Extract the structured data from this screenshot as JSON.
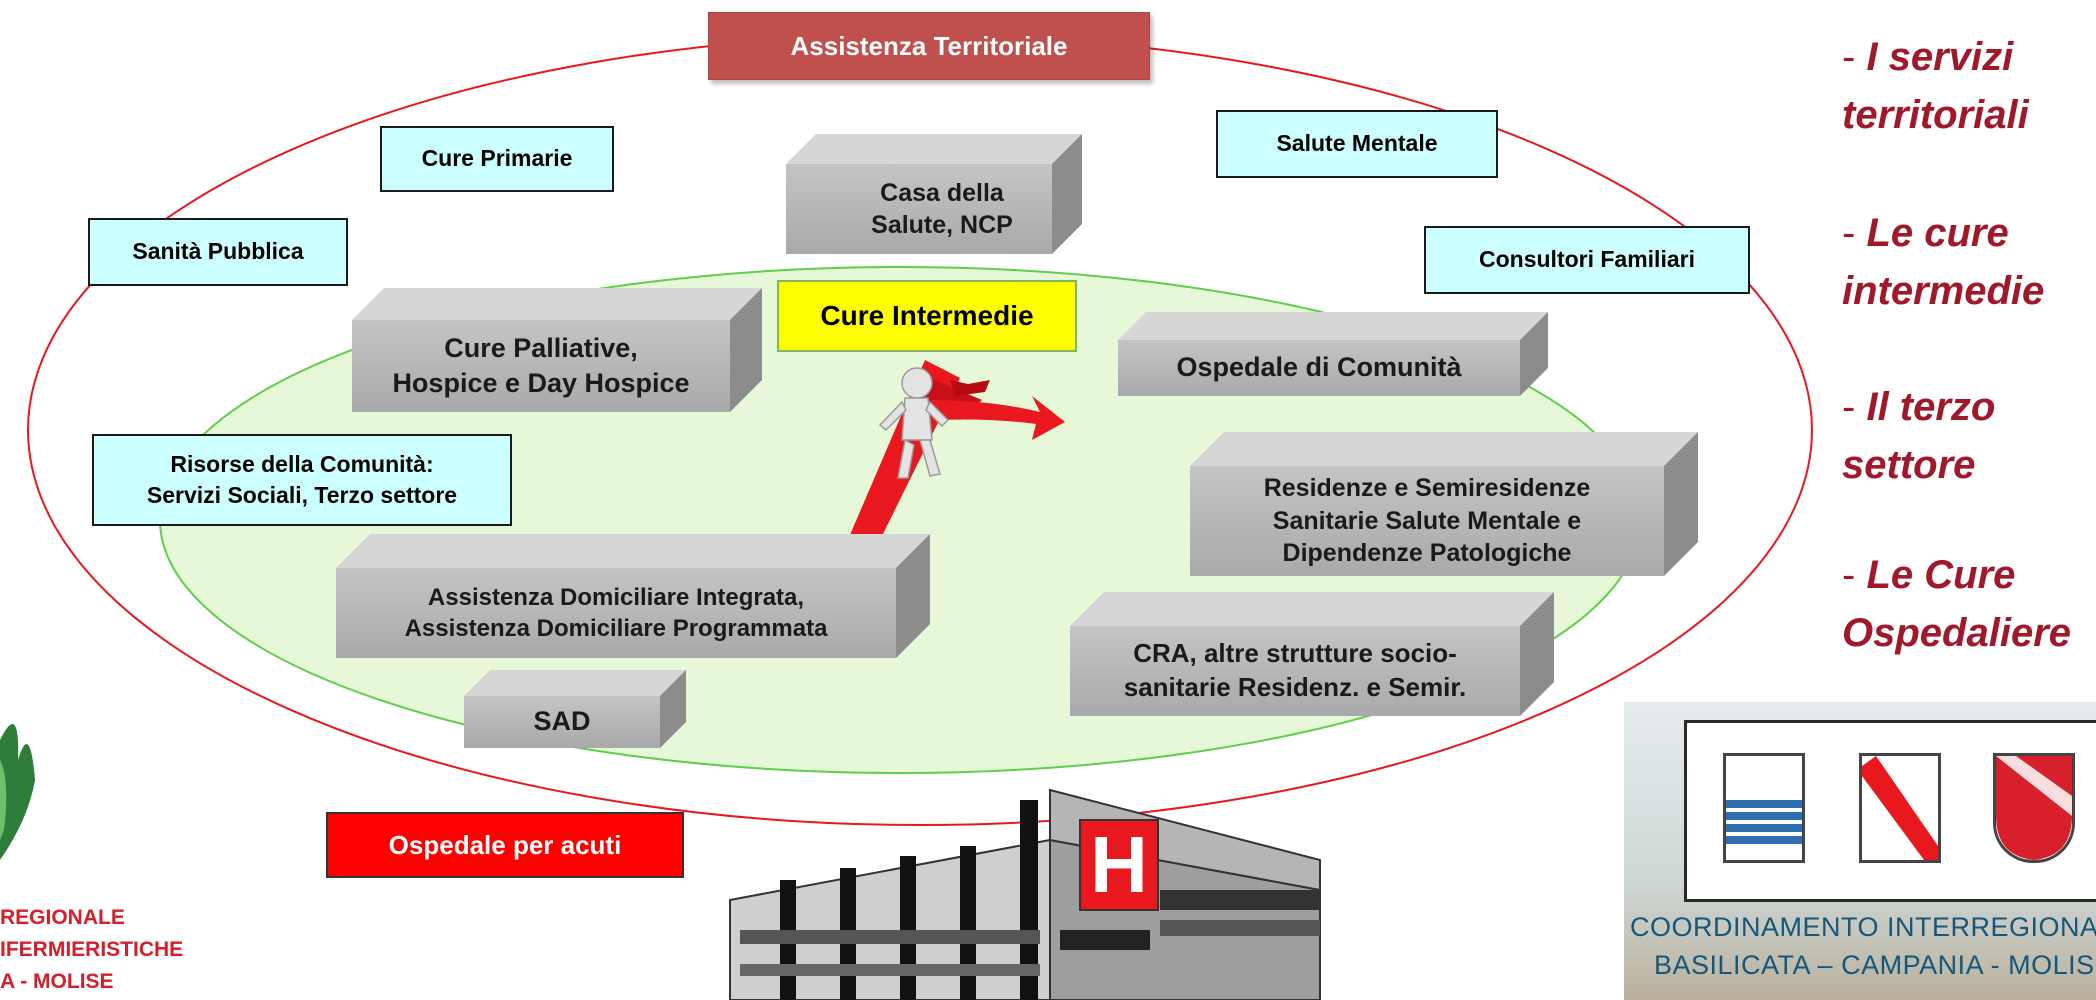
{
  "title": "Assistenza Territoriale",
  "outer_boxes": {
    "cure_primarie": "Cure Primarie",
    "salute_mentale": "Salute Mentale",
    "sanita_pubblica": "Sanità Pubblica",
    "consultori": "Consultori Familiari",
    "risorse_line1": "Risorse della  Comunità:",
    "risorse_line2": "Servizi Sociali, Terzo settore"
  },
  "casa_salute": {
    "line1": "Casa della",
    "line2": "Salute, NCP"
  },
  "cure_intermedie": "Cure Intermedie",
  "blocks": {
    "palliative_line1": "Cure Palliative,",
    "palliative_line2": "Hospice e Day Hospice",
    "ospedale_comunita": "Ospedale di Comunità",
    "residenze_line1": "Residenze e Semiresidenze",
    "residenze_line2": "Sanitarie Salute Mentale e",
    "residenze_line3": "Dipendenze Patologiche",
    "adi_line1": "Assistenza Domiciliare Integrata,",
    "adi_line2": "Assistenza Domiciliare Programmata",
    "cra_line1": "CRA, altre strutture socio-",
    "cra_line2": "sanitarie Residenz. e Semir.",
    "sad": "SAD"
  },
  "ospedale_acuti": "Ospedale per acuti",
  "hospital_sign": "H",
  "side_list": [
    {
      "dash": "-",
      "line1": "I servizi",
      "line2": "territoriali"
    },
    {
      "dash": "-",
      "line1": "Le cure",
      "line2": "intermedie"
    },
    {
      "dash": "-",
      "line1": "Il terzo",
      "line2": "settore"
    },
    {
      "dash": "-",
      "line1": "Le Cure",
      "line2": "Ospedaliere"
    }
  ],
  "logo_left": {
    "line1": "REGIONALE",
    "line2": "IFERMIERISTICHE",
    "line3": "A - MOLISE"
  },
  "logo_right": {
    "line1": "COORDINAMENTO INTERREGIONA",
    "line2": "BASILICATA – CAMPANIA - MOLIS"
  },
  "colors": {
    "outer_ellipse": "#e8181e",
    "inner_ellipse": "#8cd97a",
    "inner_fill": "#e7f8d8",
    "title_fill": "#c0504d",
    "cyan_fill": "#ccffff",
    "side_text": "#a0182a"
  }
}
